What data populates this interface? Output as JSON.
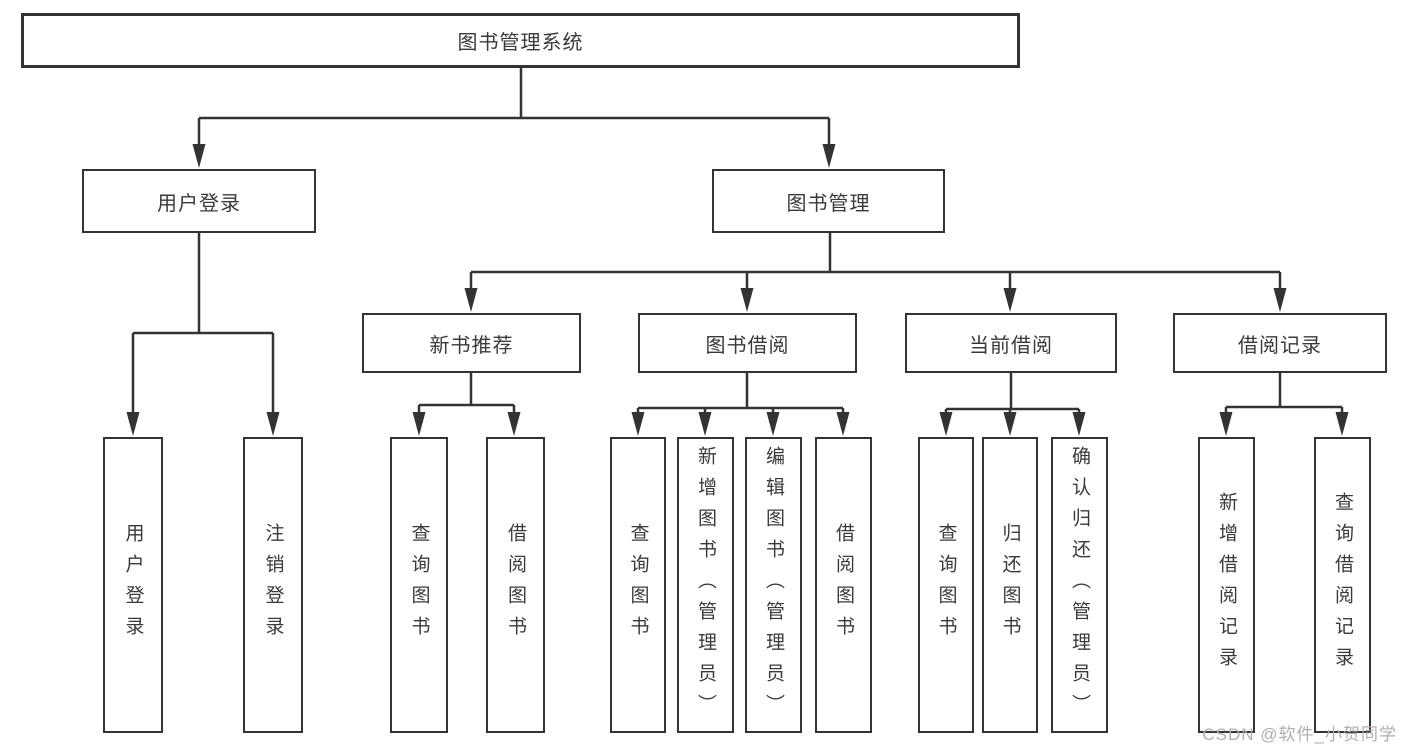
{
  "diagram": {
    "root": {
      "label": "图书管理系统"
    },
    "level2": [
      {
        "label": "用户登录"
      },
      {
        "label": "图书管理"
      }
    ],
    "level3": [
      {
        "label": "新书推荐"
      },
      {
        "label": "图书借阅"
      },
      {
        "label": "当前借阅"
      },
      {
        "label": "借阅记录"
      }
    ],
    "leaves": {
      "user": [
        "用户登录",
        "注销登录"
      ],
      "recommend": [
        "查询图书",
        "借阅图书"
      ],
      "borrow": [
        "查询图书",
        "新增图书（管理员）",
        "编辑图书（管理员）",
        "借阅图书"
      ],
      "current": [
        "查询图书",
        "归还图书",
        "确认归还（管理员）"
      ],
      "records": [
        "新增借阅记录",
        "查询借阅记录"
      ]
    }
  },
  "watermark": {
    "text": "CSDN @软件_小贺同学"
  },
  "colors": {
    "line": "#333333",
    "text": "#3a3a3a",
    "watermark": "#b5adad",
    "background": "#ffffff"
  }
}
